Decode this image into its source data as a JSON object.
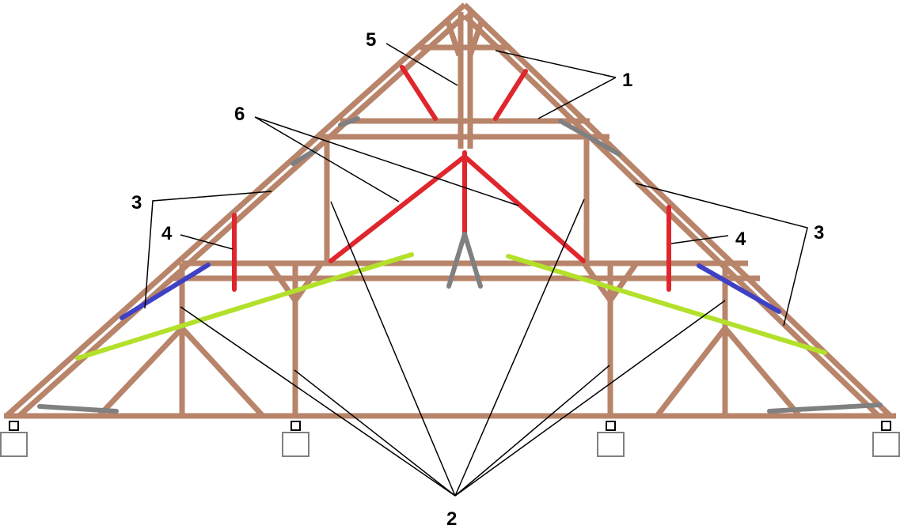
{
  "labels": {
    "one": "1",
    "two": "2",
    "three_left": "3",
    "three_right": "3",
    "four_left": "4",
    "four_right": "4",
    "five": "5",
    "six": "6"
  },
  "colors": {
    "timber": "#b8846a",
    "red_member": "#e0262d",
    "green_brace": "#b3e02a",
    "blue_member": "#3f41c4",
    "steel_connector": "#808080",
    "leader_line": "#000000"
  }
}
